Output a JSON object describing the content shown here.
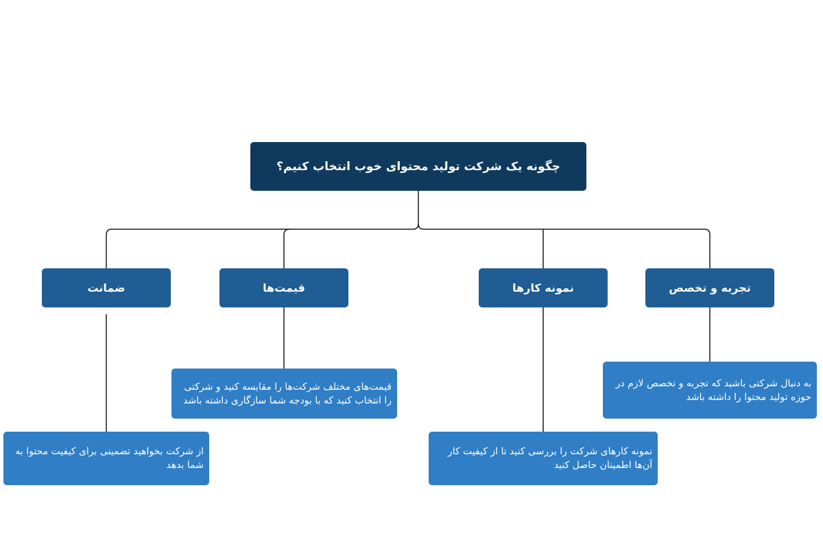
{
  "root": {
    "title": "چگونه یک شرکت تولید محتوای خوب انتخاب کنیم؟"
  },
  "categories": [
    {
      "label": "تجربه و تخصص",
      "detail": "به دنبال شرکتی باشید که تجربه و تخصص لازم در حوزه تولید محتوا را داشته باشد"
    },
    {
      "label": "نمونه کارها",
      "detail": "نمونه کارهای شرکت را بررسی کنید تا از کیفیت کار آن‌ها اطمینان حاصل کنید"
    },
    {
      "label": "قیمت‌ها",
      "detail": "قیمت‌های مختلف شرکت‌ها را مقایسه کنید و شرکتی را انتخاب کنید که با بودجه شما سازگاری داشته باشد"
    },
    {
      "label": "ضمانت",
      "detail": "از شرکت بخواهید تضمینی برای کیفیت محتوا به شما بدهد"
    }
  ],
  "colors": {
    "root": "#0f3a5e",
    "category": "#1f5d94",
    "detail": "#2f7ec6",
    "connector": "#1a1a1a"
  }
}
